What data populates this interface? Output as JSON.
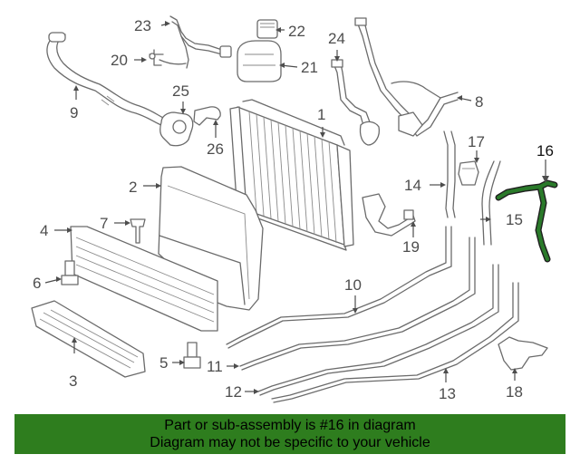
{
  "callouts": {
    "c1": "1",
    "c2": "2",
    "c3": "3",
    "c4": "4",
    "c5": "5",
    "c6": "6",
    "c7": "7",
    "c8": "8",
    "c9": "9",
    "c10": "10",
    "c11": "11",
    "c12": "12",
    "c13": "13",
    "c14": "14",
    "c15": "15",
    "c16": "16",
    "c17": "17",
    "c18": "18",
    "c19": "19",
    "c20": "20",
    "c21": "21",
    "c22": "22",
    "c23": "23",
    "c24": "24",
    "c25": "25",
    "c26": "26"
  },
  "highlighted_part": "16",
  "highlight_color": "#2a7a2a",
  "banner": {
    "line1": "Part or sub-assembly is #16 in diagram",
    "line2": "Diagram may not be specific to your vehicle",
    "background": "#2e7d1e"
  }
}
